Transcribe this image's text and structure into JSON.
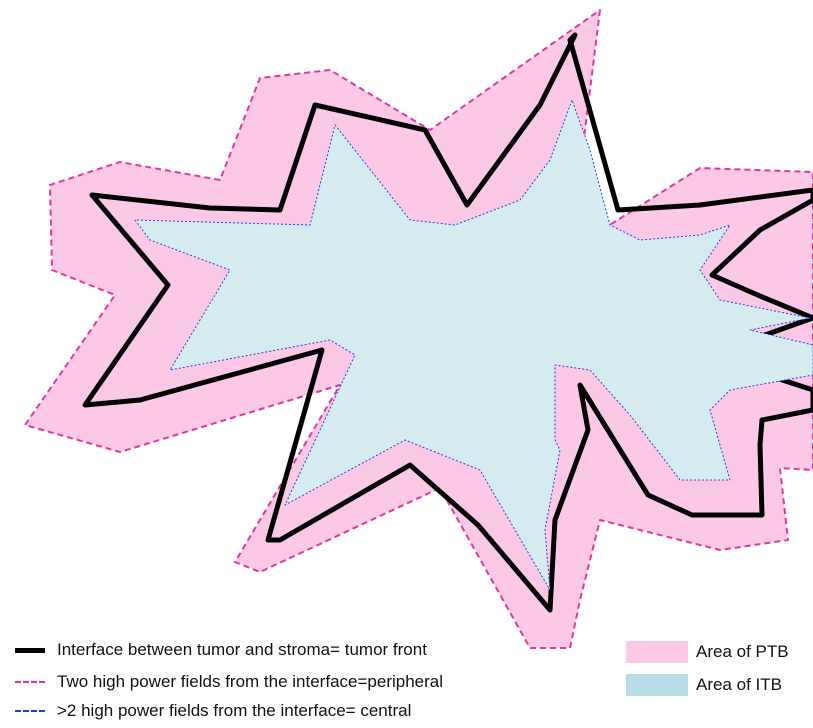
{
  "colors": {
    "tumor_front": "#000000",
    "peripheral_outline": "#e0389e",
    "peripheral_fill": "#fbc8e6",
    "central_outline": "#2a3fd6",
    "central_fill": "#d6ebf0",
    "itb_swatch": "#b6dce6"
  },
  "legend": {
    "lines": [
      {
        "label": "Interface between tumor and stroma= tumor front",
        "style": "solid",
        "color": "#000000"
      },
      {
        "label": "Two high power fields from the interface=peripheral",
        "style": "dashed",
        "color": "#e0389e"
      },
      {
        "label": ">2 high power fields from the interface= central",
        "style": "dashed",
        "color": "#2a3fd6"
      }
    ],
    "areas": [
      {
        "label": "Area of PTB",
        "color": "#fbc8e6"
      },
      {
        "label": "Area of ITB",
        "color": "#b6dce6"
      }
    ]
  }
}
